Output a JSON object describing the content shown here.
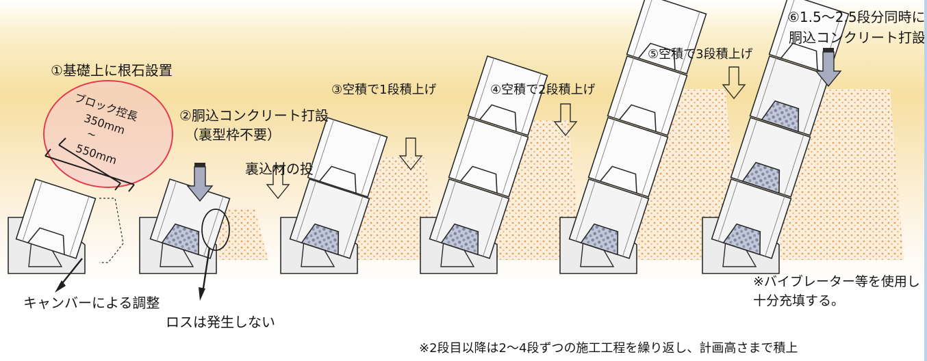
{
  "labels": {
    "step1": "①基礎上に根石設置",
    "block_length_title": "ブロック控長",
    "block_length_min": "350mm",
    "block_length_tilde": "~",
    "block_length_max": "550mm",
    "step2": "②胴込コンクリート打設",
    "step2_note": "（裏型枠不要）",
    "backfill": "裏込材の投",
    "step3": "③空積で1段積上げ",
    "step4": "④空積で2段積上げ",
    "step5": "⑤空積で3段積上げ",
    "step6_line1": "⑥1.5～2.5段分同時に",
    "step6_line2": "胴込コンクリート打設",
    "camber": "キャンバーによる調整",
    "no_loss": "ロスは発生しない",
    "vibrator_line1": "※バイブレーター等を使用し",
    "vibrator_line2": "十分充填する。",
    "footnote": "※2段目以降は2～4段ずつの施工工程を繰り返し、計画高さまで積上"
  },
  "colors": {
    "stone_fill": "#ececec",
    "stone_edge": "#2a2a2a",
    "block_fill": "#fbfbfb",
    "concrete_fill": "#aab2c8",
    "gravel_fill": "#e8b073",
    "highlight_circle": "#e23b4e",
    "arrow_fill": "#a7acc0"
  }
}
